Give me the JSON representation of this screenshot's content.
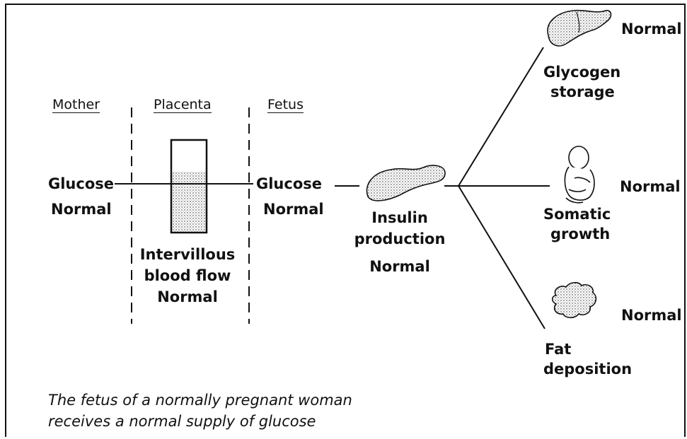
{
  "headers": {
    "mother": "Mother",
    "placenta": "Placenta",
    "fetus": "Fetus"
  },
  "mother": {
    "line1": "Glucose",
    "line2": "Normal"
  },
  "placenta": {
    "line1": "Intervillous",
    "line2": "blood flow",
    "line3": "Normal"
  },
  "fetus": {
    "line1": "Glucose",
    "line2": "Normal"
  },
  "pancreas": {
    "line1": "Insulin",
    "line2": "production",
    "line3": "Normal"
  },
  "outcomes": [
    {
      "label1": "Glycogen",
      "label2": "storage",
      "status": "Normal",
      "icon": "liver-icon"
    },
    {
      "label1": "Somatic",
      "label2": "growth",
      "status": "Normal",
      "icon": "fetus-icon"
    },
    {
      "label1": "Fat",
      "label2": "deposition",
      "status": "Normal",
      "icon": "fat-tissue-icon"
    }
  ],
  "caption": {
    "line1": "The fetus of a normally pregnant woman",
    "line2": "receives a normal supply of glucose"
  }
}
